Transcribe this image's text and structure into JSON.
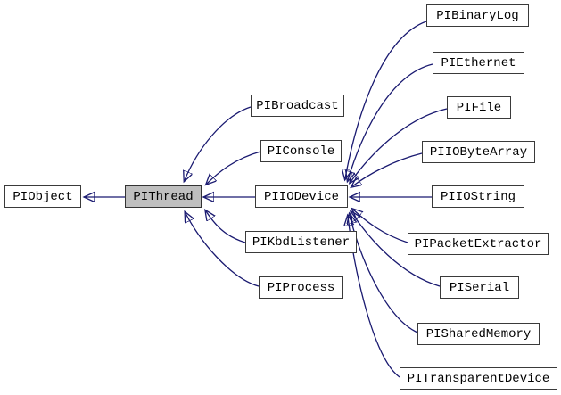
{
  "graph": {
    "kind": "class-inheritance-diagram",
    "highlight_node": "PIThread",
    "colors": {
      "edge": "#191970",
      "node_fill": "#ffffff",
      "highlight_fill": "#bfbfbf",
      "node_border": "#3a3a3a",
      "text": "#000000",
      "background": "#ffffff"
    },
    "nodes": [
      {
        "id": "PIObject",
        "label": "PIObject"
      },
      {
        "id": "PIThread",
        "label": "PIThread"
      },
      {
        "id": "PIBroadcast",
        "label": "PIBroadcast"
      },
      {
        "id": "PIConsole",
        "label": "PIConsole"
      },
      {
        "id": "PIIODevice",
        "label": "PIIODevice"
      },
      {
        "id": "PIKbdListener",
        "label": "PIKbdListener"
      },
      {
        "id": "PIProcess",
        "label": "PIProcess"
      },
      {
        "id": "PIBinaryLog",
        "label": "PIBinaryLog"
      },
      {
        "id": "PIEthernet",
        "label": "PIEthernet"
      },
      {
        "id": "PIFile",
        "label": "PIFile"
      },
      {
        "id": "PIIOByteArray",
        "label": "PIIOByteArray"
      },
      {
        "id": "PIIOString",
        "label": "PIIOString"
      },
      {
        "id": "PIPacketExtractor",
        "label": "PIPacketExtractor"
      },
      {
        "id": "PISerial",
        "label": "PISerial"
      },
      {
        "id": "PISharedMemory",
        "label": "PISharedMemory"
      },
      {
        "id": "PITransparentDevice",
        "label": "PITransparentDevice"
      }
    ],
    "edges": [
      {
        "from": "PIThread",
        "to": "PIObject"
      },
      {
        "from": "PIBroadcast",
        "to": "PIThread"
      },
      {
        "from": "PIConsole",
        "to": "PIThread"
      },
      {
        "from": "PIIODevice",
        "to": "PIThread"
      },
      {
        "from": "PIKbdListener",
        "to": "PIThread"
      },
      {
        "from": "PIProcess",
        "to": "PIThread"
      },
      {
        "from": "PIBinaryLog",
        "to": "PIIODevice"
      },
      {
        "from": "PIEthernet",
        "to": "PIIODevice"
      },
      {
        "from": "PIFile",
        "to": "PIIODevice"
      },
      {
        "from": "PIIOByteArray",
        "to": "PIIODevice"
      },
      {
        "from": "PIIOString",
        "to": "PIIODevice"
      },
      {
        "from": "PIPacketExtractor",
        "to": "PIIODevice"
      },
      {
        "from": "PISerial",
        "to": "PIIODevice"
      },
      {
        "from": "PISharedMemory",
        "to": "PIIODevice"
      },
      {
        "from": "PITransparentDevice",
        "to": "PIIODevice"
      }
    ]
  }
}
